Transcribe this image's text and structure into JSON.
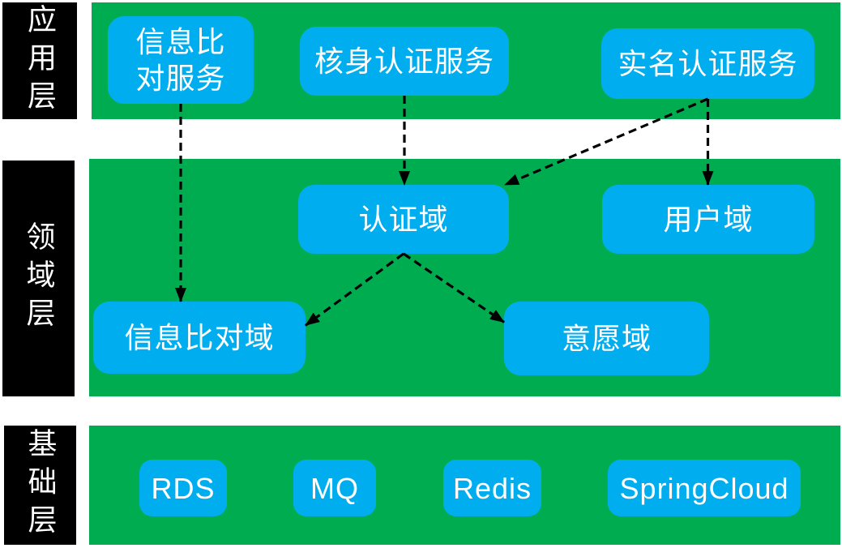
{
  "diagram": {
    "title": "layered-architecture-diagram",
    "layers": [
      {
        "id": "application",
        "label": "应用层"
      },
      {
        "id": "domain",
        "label": "领域层"
      },
      {
        "id": "infrastructure",
        "label": "基础层"
      }
    ],
    "nodes": {
      "info_compare_service": {
        "label": "信息比\n对服务",
        "layer": "application"
      },
      "identity_auth_service": {
        "label": "核身认证服务",
        "layer": "application"
      },
      "realname_auth_service": {
        "label": "实名认证服务",
        "layer": "application"
      },
      "auth_domain": {
        "label": "认证域",
        "layer": "domain"
      },
      "user_domain": {
        "label": "用户域",
        "layer": "domain"
      },
      "info_compare_domain": {
        "label": "信息比对域",
        "layer": "domain"
      },
      "will_domain": {
        "label": "意愿域",
        "layer": "domain"
      },
      "rds": {
        "label": "RDS",
        "layer": "infrastructure"
      },
      "mq": {
        "label": "MQ",
        "layer": "infrastructure"
      },
      "redis": {
        "label": "Redis",
        "layer": "infrastructure"
      },
      "springcloud": {
        "label": "SpringCloud",
        "layer": "infrastructure"
      }
    },
    "edges": [
      {
        "from": "info_compare_service",
        "fromAnchor": "bottom",
        "to": "info_compare_domain",
        "toAnchor": "top-source-x",
        "style": "dashed-arrow"
      },
      {
        "from": "identity_auth_service",
        "fromAnchor": "bottom",
        "to": "auth_domain",
        "toAnchor": "top-source-x",
        "style": "dashed-arrow"
      },
      {
        "from": "realname_auth_service",
        "fromAnchor": "bottom",
        "to": "user_domain",
        "toAnchor": "top-source-x",
        "style": "dashed-arrow"
      },
      {
        "from": "realname_auth_service",
        "fromAnchor": "bottom",
        "to": "auth_domain",
        "toAnchor": "top-right",
        "style": "dashed-arrow"
      },
      {
        "from": "auth_domain",
        "fromAnchor": "bottom",
        "to": "info_compare_domain",
        "toAnchor": "right-upper",
        "style": "dashed-arrow"
      },
      {
        "from": "auth_domain",
        "fromAnchor": "bottom",
        "to": "will_domain",
        "toAnchor": "left-upper",
        "style": "dashed-arrow"
      }
    ],
    "colors": {
      "band_green": "#00AC50",
      "node_blue": "#00AEEF",
      "layer_label_bg": "#000000",
      "layer_label_text": "#FFFFFF",
      "node_text": "#FFFFFF",
      "arrow": "#000000",
      "background": "#FFFFFF"
    }
  }
}
